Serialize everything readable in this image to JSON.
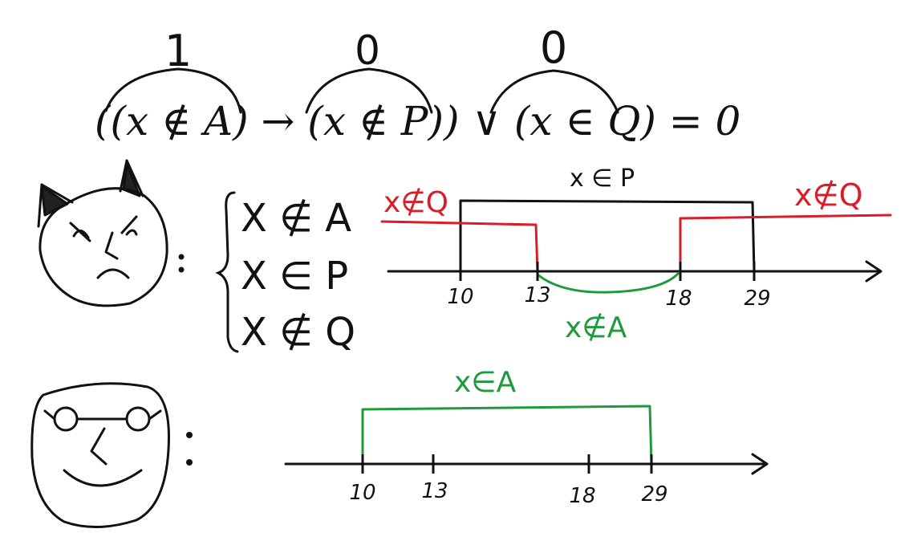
{
  "formula": {
    "text": "((x ∉ A) → (x ∉ P)) ∨ (x ∈ Q) = 0",
    "part1_value": "1",
    "part2_value": "0",
    "part3_value": "0"
  },
  "system": {
    "line1": "X ∉ A",
    "line2": "X ∈ P",
    "line3": "X ∉ Q"
  },
  "diagram_top": {
    "label_p": "x ∈ P",
    "label_not_q_left": "x∉Q",
    "label_not_q_right": "x∉Q",
    "label_not_a": "x∉A",
    "ticks": [
      "10",
      "13",
      "18",
      "29"
    ]
  },
  "diagram_bottom": {
    "label_a": "x∈A",
    "ticks": [
      "10",
      "13",
      "18",
      "29"
    ]
  },
  "colors": {
    "ink": "#111111",
    "red": "#d81e2a",
    "green": "#1f9a3c"
  }
}
